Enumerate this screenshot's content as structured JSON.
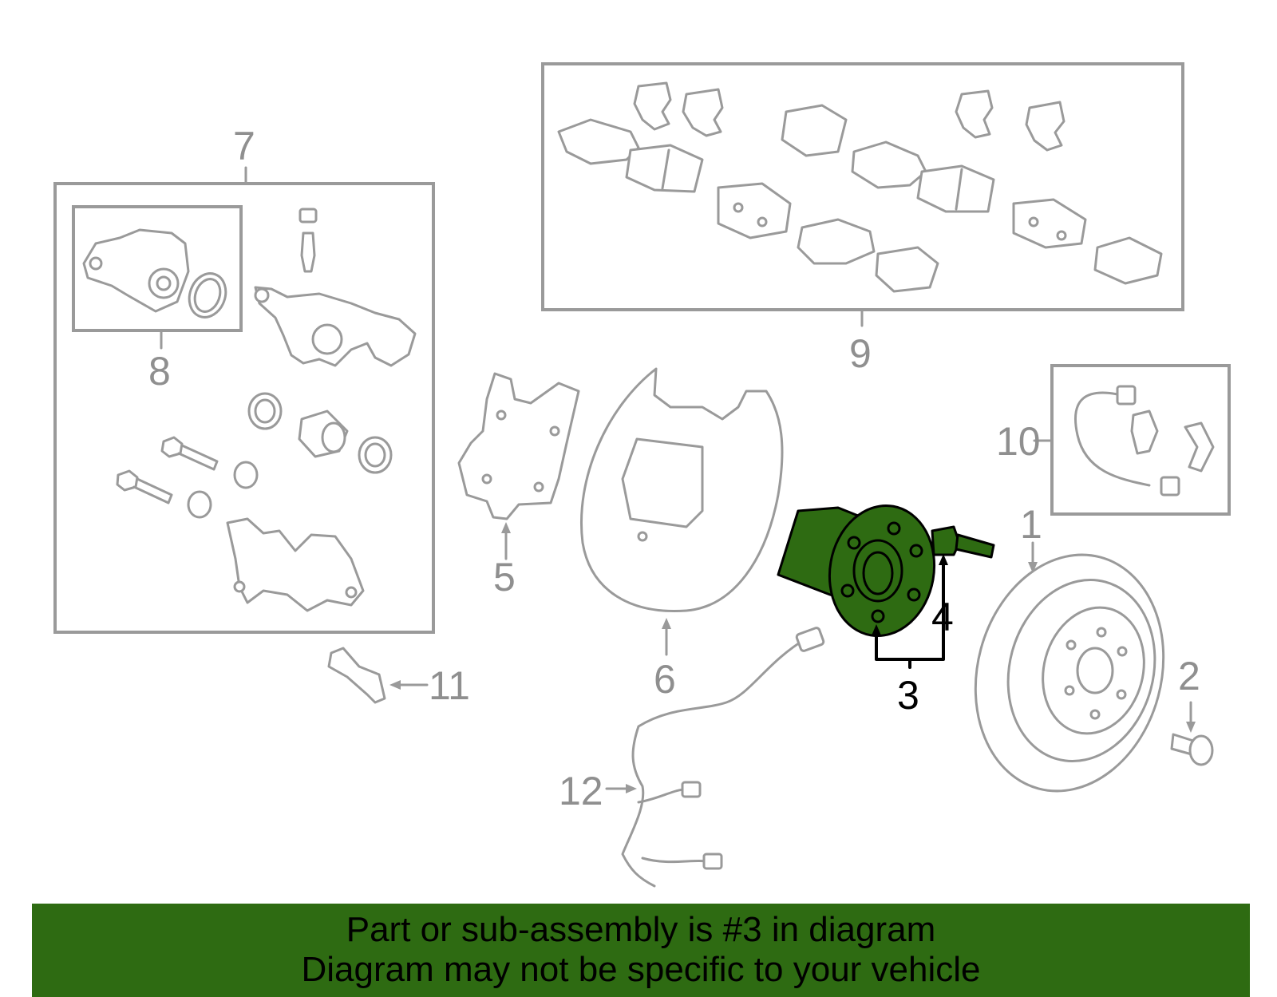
{
  "callouts": {
    "c1": "1",
    "c2": "2",
    "c3": "3",
    "c4": "4",
    "c5": "5",
    "c6": "6",
    "c7": "7",
    "c8": "8",
    "c9": "9",
    "c10": "10",
    "c11": "11",
    "c12": "12"
  },
  "highlight": {
    "part": "3",
    "color": "#2e6b12"
  },
  "banner": {
    "line1": "Part or sub-assembly is #3 in diagram",
    "line2": "Diagram may not be specific to your vehicle"
  }
}
